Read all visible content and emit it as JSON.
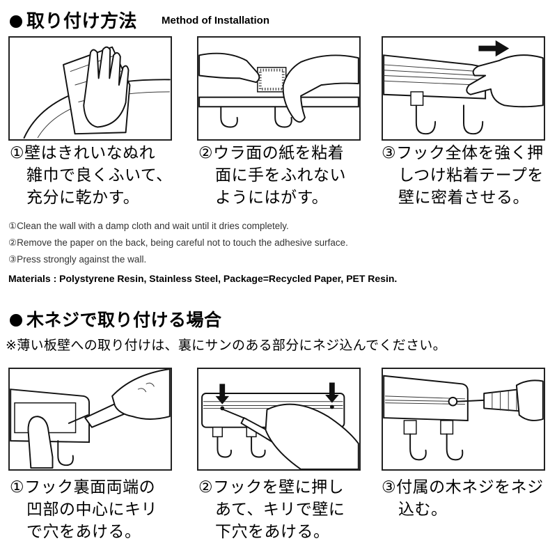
{
  "section1": {
    "title": "取り付け方法",
    "title_en": "Method of Installation",
    "steps": [
      {
        "lines": [
          "①壁はきれいなぬれ",
          "雑巾で良くふいて、",
          "充分に乾かす。"
        ]
      },
      {
        "lines": [
          "②ウラ面の紙を粘着",
          "面に手をふれない",
          "ようにはがす。"
        ]
      },
      {
        "lines": [
          "③フック全体を強く押",
          "しつけ粘着テープを",
          "壁に密着させる。"
        ]
      }
    ],
    "english": [
      "①Clean the wall with a damp cloth and wait until it dries completely.",
      "②Remove the paper on the back, being careful not to touch the adhesive surface.",
      "③Press strongly against the wall."
    ],
    "materials": "Materials : Polystyrene Resin, Stainless Steel, Package=Recycled Paper, PET Resin."
  },
  "section2": {
    "title": "木ネジで取り付ける場合",
    "note": "※薄い板壁への取り付けは、裏にサンのある部分にネジ込んでください。",
    "steps": [
      {
        "lines": [
          "①フック裏面両端の",
          "凹部の中心にキリ",
          "で穴をあける。"
        ]
      },
      {
        "lines": [
          "②フックを壁に押し",
          "あて、キリで壁に",
          "下穴をあける。"
        ]
      },
      {
        "lines": [
          "③付属の木ネジをネジ",
          "込む。"
        ]
      }
    ]
  },
  "illustrations": [
    {
      "icon": "wipe-wall-cloth-icon"
    },
    {
      "icon": "peel-backing-paper-icon"
    },
    {
      "icon": "press-hook-to-wall-icon"
    },
    {
      "icon": "drill-hook-hole-icon"
    },
    {
      "icon": "awl-pilot-hole-icon"
    },
    {
      "icon": "screwdriver-icon"
    }
  ]
}
